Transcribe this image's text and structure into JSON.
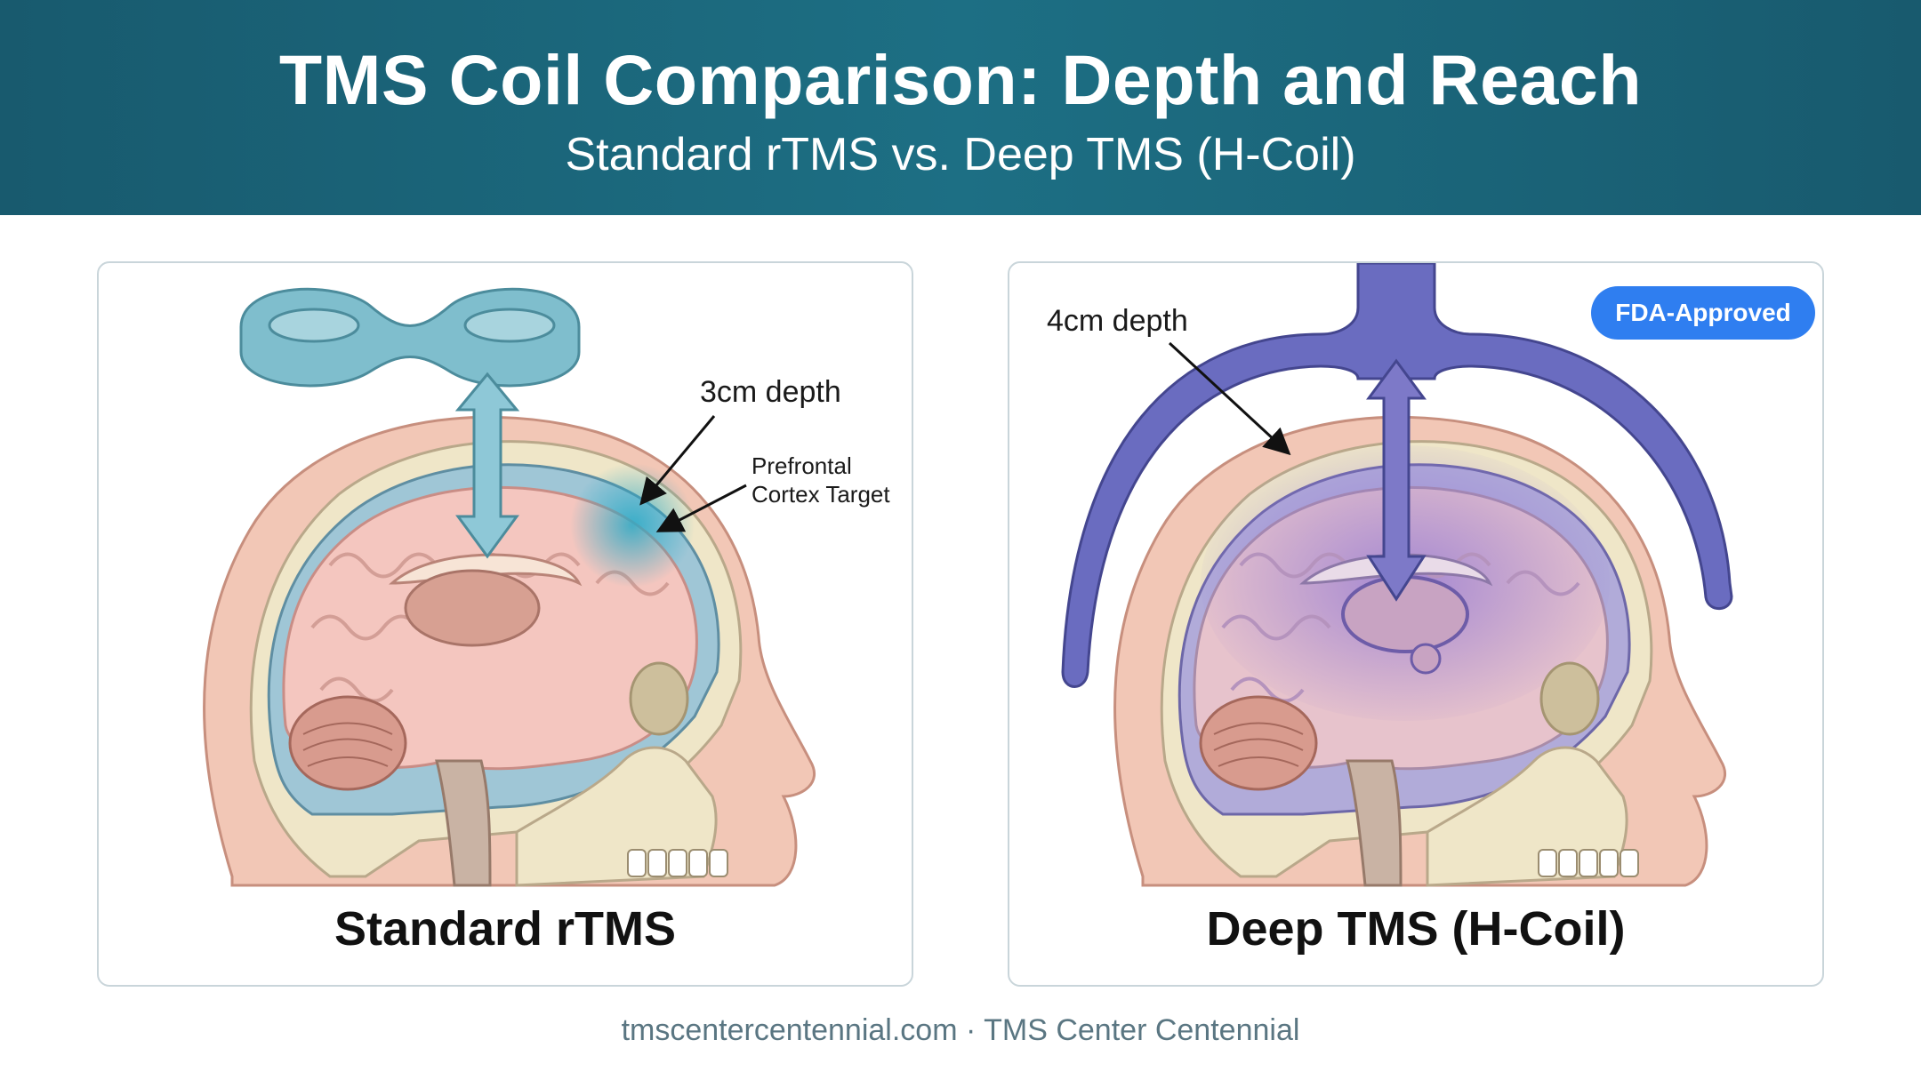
{
  "header": {
    "title": "TMS Coil Comparison: Depth and Reach",
    "subtitle": "Standard rTMS vs. Deep TMS (H-Coil)"
  },
  "panels": {
    "standard": {
      "caption": "Standard rTMS",
      "depth_label": "3cm depth",
      "target_label_line1": "Prefrontal",
      "target_label_line2": "Cortex Target",
      "coil_color": "#7fbecd",
      "field_color": "#3aaec8"
    },
    "deep": {
      "caption": "Deep TMS (H-Coil)",
      "depth_label": "4cm depth",
      "badge": "FDA-Approved",
      "coil_color": "#6a6cc0",
      "field_color": "#9a86d8"
    }
  },
  "footer": {
    "text": "tmscentercentennial.com · TMS Center Centennial"
  },
  "colors": {
    "header_bg": "#1d6f84",
    "badge_bg": "#2f7ef0",
    "skin": "#f2c7b6",
    "brain": "#f4c6bf",
    "bone": "#efe6c8"
  }
}
